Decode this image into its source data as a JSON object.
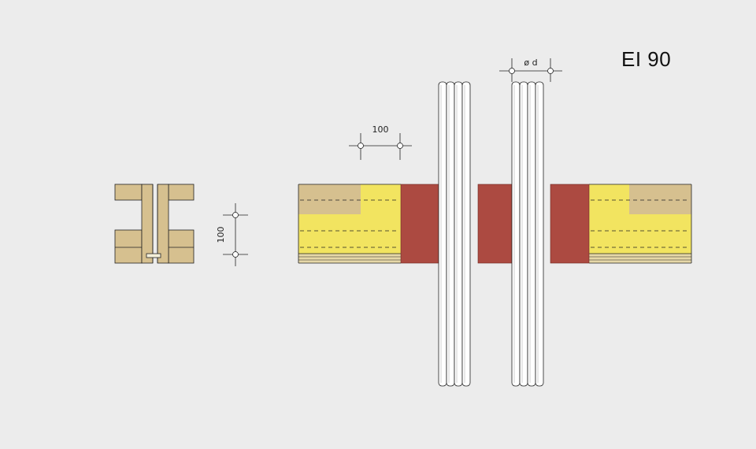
{
  "title": "EI 90",
  "dimensions": {
    "horizontal_spacing": "100",
    "vertical_spacing": "100",
    "diameter": "ø d"
  },
  "colors": {
    "background": "#ececec",
    "wood": "#d6c08f",
    "insulation": "#f2e460",
    "fire_seal": "#ac4a41",
    "line": "#222222",
    "pipe_fill": "#ffffff"
  }
}
